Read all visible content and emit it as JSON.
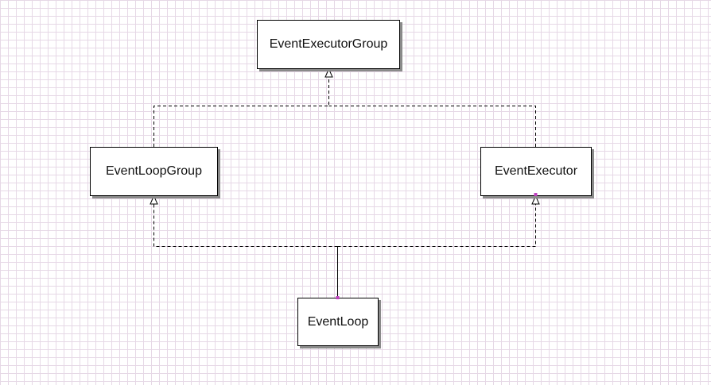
{
  "diagram": {
    "nodes": {
      "event_executor_group": "EventExecutorGroup",
      "event_loop_group": "EventLoopGroup",
      "event_executor": "EventExecutor",
      "event_loop": "EventLoop"
    },
    "relationships": [
      {
        "from": "EventLoopGroup",
        "to": "EventExecutorGroup",
        "kind": "realization"
      },
      {
        "from": "EventExecutor",
        "to": "EventExecutorGroup",
        "kind": "realization"
      },
      {
        "from": "EventLoop",
        "to": "EventLoopGroup",
        "kind": "realization"
      },
      {
        "from": "EventLoop",
        "to": "EventExecutor",
        "kind": "realization"
      }
    ],
    "colors": {
      "grid_line": "#e6d8e6",
      "connector": "#000000",
      "port_marker": "#c040c0",
      "box_shadow": "#8a8a8a"
    }
  }
}
